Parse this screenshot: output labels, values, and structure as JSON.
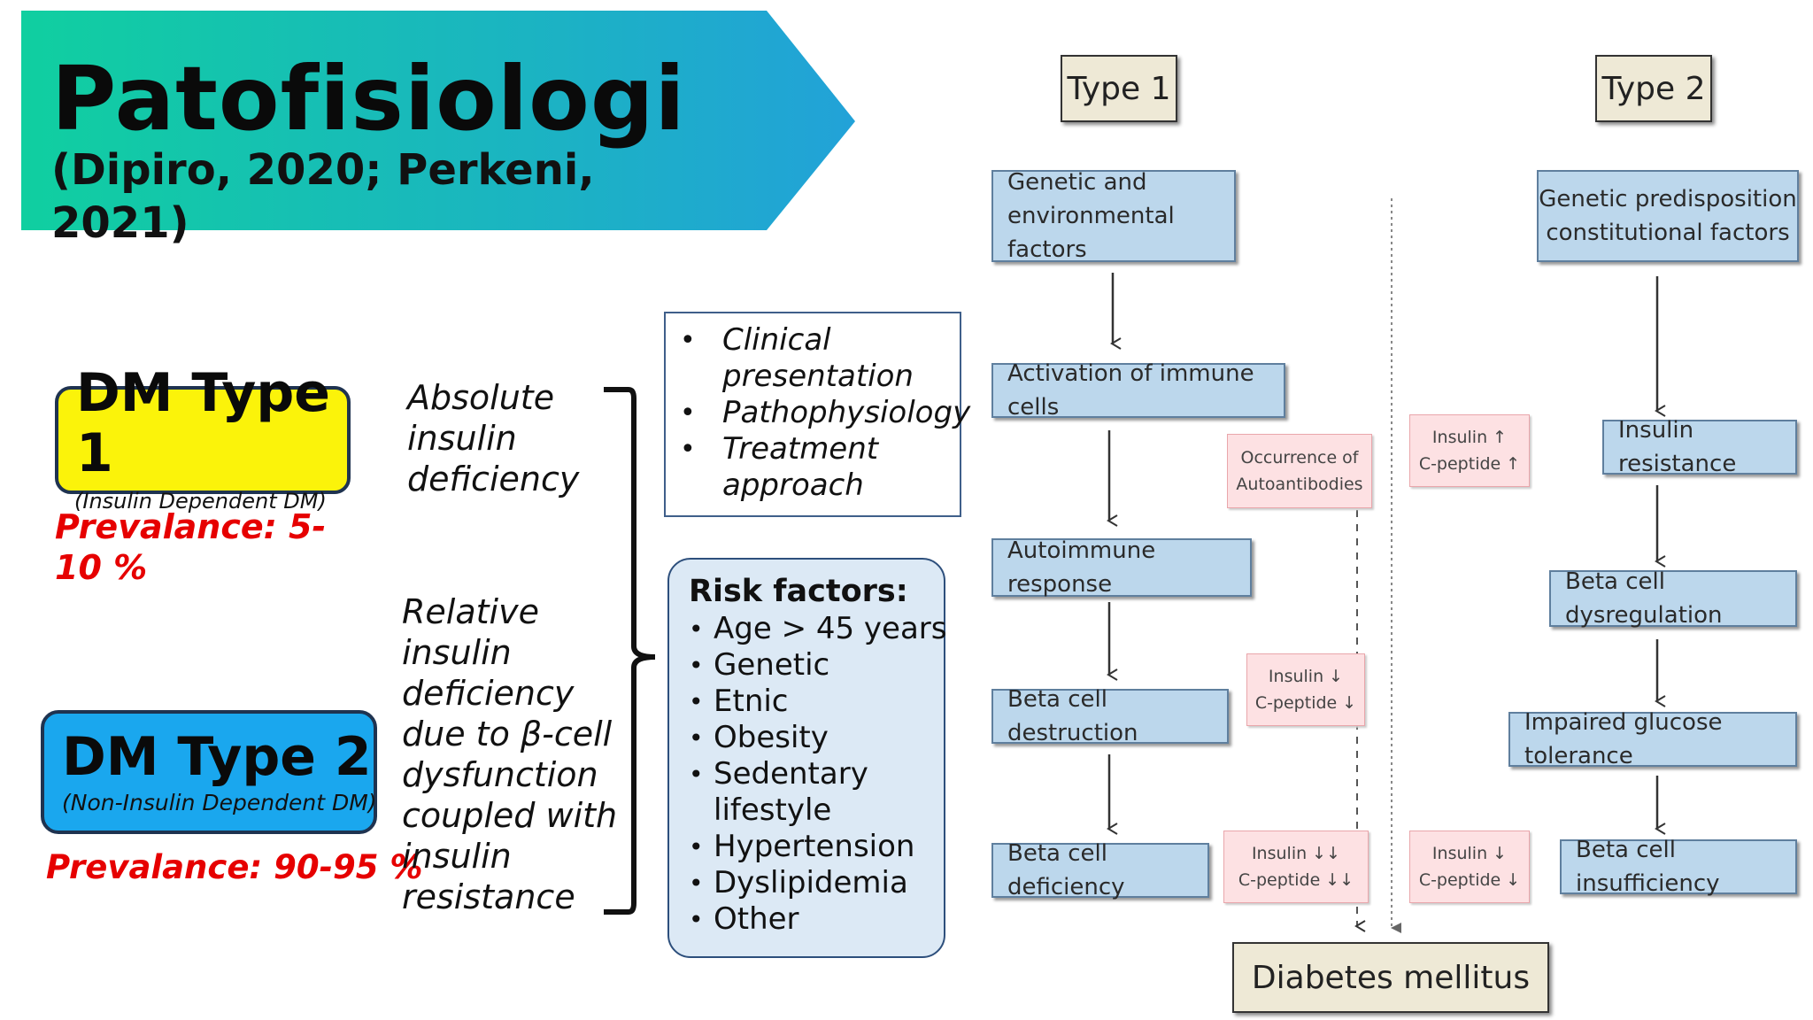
{
  "header": {
    "title": "Patofisiologi",
    "subtitle": "(Dipiro, 2020; Perkeni, 2021)",
    "banner_colors": [
      "#10cfa0",
      "#22a2d8"
    ]
  },
  "dm1": {
    "title": "DM Type 1",
    "subtitle": "(Insulin Dependent DM)",
    "prevalence": "Prevalance: 5-10 %",
    "color": "#fbf30a"
  },
  "dm2": {
    "title": "DM Type 2",
    "subtitle": "(Non-Insulin Dependent DM)",
    "prevalence": "Prevalance: 90-95 %",
    "color": "#1aa7ee"
  },
  "descriptions": {
    "absolute": "Absolute insulin deficiency",
    "relative": "Relative insulin deficiency due to β-cell dysfunction coupled with insulin resistance"
  },
  "clinical": {
    "items": [
      "Clinical presentation",
      "Pathophysiology",
      "Treatment approach"
    ]
  },
  "risk": {
    "heading": "Risk factors:",
    "items": [
      "Age > 45 years",
      "Genetic",
      "Etnic",
      "Obesity",
      "Sedentary lifestyle",
      "Hypertension",
      "Dyslipidemia",
      "Other"
    ]
  },
  "flow": {
    "type1_label": "Type 1",
    "type2_label": "Type 2",
    "type1_steps": [
      "Genetic and environmental factors",
      "Activation of immune cells",
      "Autoimmune response",
      "Beta cell destruction",
      "Beta cell deficiency"
    ],
    "type2_steps": [
      "Genetic predisposition constitutional factors",
      "Insulin resistance",
      "Beta cell dysregulation",
      "Impaired glucose tolerance",
      "Beta cell insufficiency"
    ],
    "autoantibodies": "Occurrence of Autoantibodies",
    "insulin_up": "Insulin ↑",
    "cpeptide_up": "C-peptide ↑",
    "insulin_down": "Insulin ↓",
    "cpeptide_down": "C-peptide ↓",
    "insulin_down2": "Insulin ↓↓",
    "cpeptide_down2": "C-peptide ↓↓",
    "insulin_down_t2": "Insulin ↓",
    "cpeptide_down_t2": "C-peptide ↓",
    "outcome": "Diabetes mellitus"
  }
}
